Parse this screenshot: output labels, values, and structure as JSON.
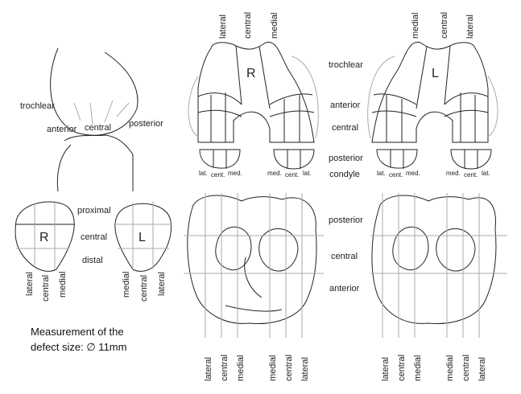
{
  "lateral_view": {
    "trochlear": "trochlear",
    "anterior": "anterior",
    "central": "central",
    "posterior": "posterior"
  },
  "patella": {
    "rows": [
      "proximal",
      "central",
      "distal"
    ],
    "right": {
      "side": "R",
      "cols": [
        "lateral",
        "central",
        "medial"
      ]
    },
    "left": {
      "side": "L",
      "cols": [
        "medial",
        "central",
        "lateral"
      ]
    }
  },
  "femur": {
    "right": {
      "side": "R",
      "cols": [
        "lateral",
        "central",
        "medial"
      ],
      "condyle_left": [
        "lat.",
        "cent.",
        "med."
      ],
      "condyle_right": [
        "med.",
        "cent.",
        "lat."
      ]
    },
    "left": {
      "side": "L",
      "cols": [
        "medial",
        "central",
        "lateral"
      ],
      "condyle_left": [
        "lat.",
        "cent.",
        "med."
      ],
      "condyle_right": [
        "med.",
        "cent.",
        "lat."
      ]
    },
    "rows": [
      "trochlear",
      "anterior",
      "central",
      "posterior",
      "condyle"
    ]
  },
  "tibia": {
    "rows": [
      "posterior",
      "central",
      "anterior"
    ],
    "right_cols": [
      "lateral",
      "central",
      "medial",
      "medial",
      "central",
      "lateral"
    ],
    "left_cols": [
      "lateral",
      "central",
      "medial",
      "medial",
      "central",
      "lateral"
    ]
  },
  "measurement": {
    "line1": "Measurement of the",
    "line2": "defect size: ∅ 11mm"
  }
}
